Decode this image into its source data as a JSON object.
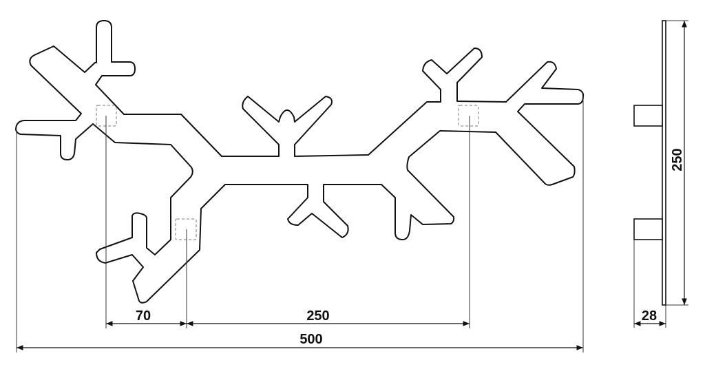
{
  "drawing": {
    "front_view": {
      "dimensions": {
        "mount_offset": "70",
        "mount_spacing": "250",
        "overall_width": "500"
      }
    },
    "side_view": {
      "dimensions": {
        "height": "250",
        "depth": "28"
      }
    }
  },
  "colors": {
    "line": "#111111",
    "background": "#ffffff"
  }
}
